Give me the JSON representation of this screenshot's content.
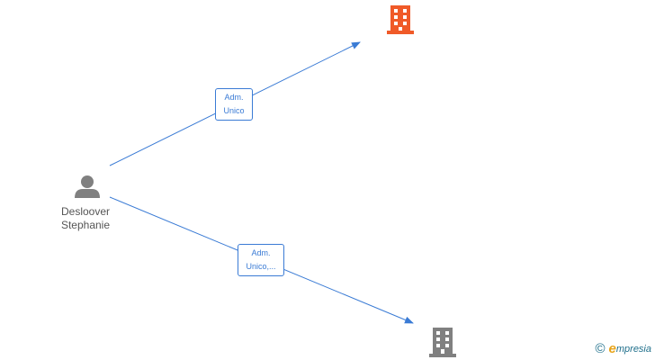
{
  "nodes": {
    "person": {
      "name_line1": "Desloover",
      "name_line2": "Stephanie",
      "icon": "person-icon",
      "color": "#808080"
    },
    "company_top": {
      "icon": "building-icon",
      "color": "#f05a28"
    },
    "company_bottom": {
      "icon": "building-icon",
      "color": "#808080"
    }
  },
  "edges": {
    "top": {
      "line1": "Adm.",
      "line2": "Unico"
    },
    "bottom": {
      "line1": "Adm.",
      "line2": "Unico,..."
    }
  },
  "colors": {
    "edge": "#3a7bd5"
  },
  "watermark": {
    "copyright": "©",
    "brand_initial": "e",
    "brand_rest": "mpresia"
  }
}
